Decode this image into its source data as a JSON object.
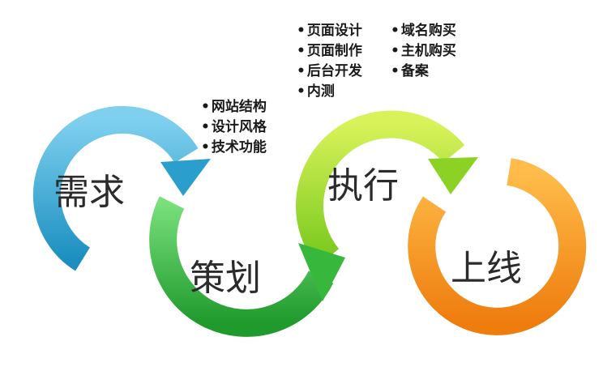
{
  "stages": [
    {
      "label": "需求",
      "color_light": "#7fd0ef",
      "color_dark": "#1c8fc0"
    },
    {
      "label": "策划",
      "color_light": "#79e07c",
      "color_dark": "#1f9a2c"
    },
    {
      "label": "执行",
      "color_light": "#d8f25a",
      "color_dark": "#79c91e"
    },
    {
      "label": "上线",
      "color_light": "#ffbc4a",
      "color_dark": "#ee7d0e"
    }
  ],
  "notes": {
    "planning": [
      "网站结构",
      "设计风格",
      "技术功能"
    ],
    "execution_left": [
      "页面设计",
      "页面制作",
      "后台开发",
      "内测"
    ],
    "execution_right": [
      "域名购买",
      "主机购买",
      "备案"
    ]
  }
}
